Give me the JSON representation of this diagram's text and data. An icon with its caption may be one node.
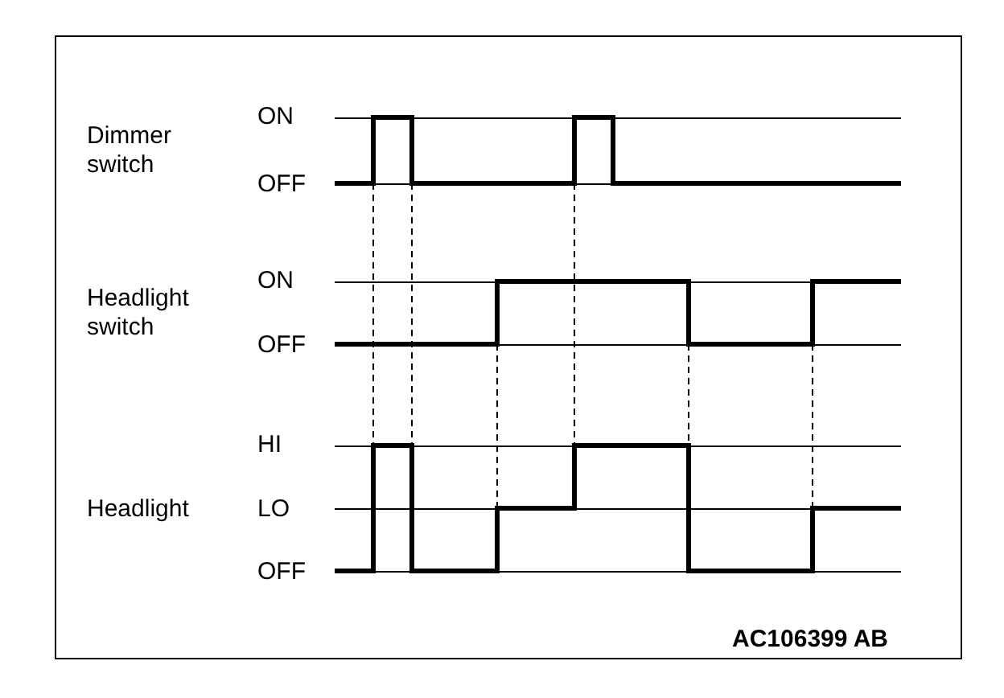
{
  "diagram": {
    "labels": [
      "Dimmer switch",
      "ON",
      "OFF",
      "Headlight switch",
      "ON",
      "OFF",
      "HI",
      "Headlight",
      "LO",
      "OFF",
      "AC106399 AB"
    ]
  }
}
